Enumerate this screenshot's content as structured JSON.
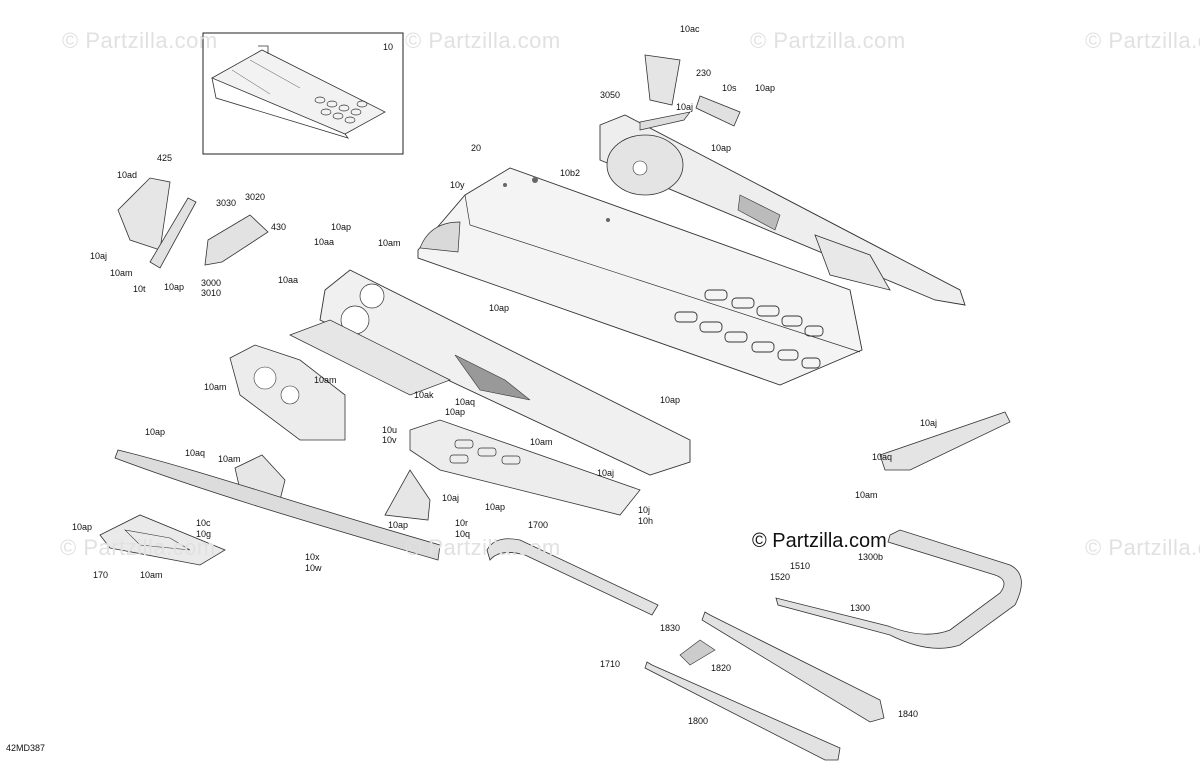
{
  "watermark": "© Partzilla.com",
  "brand_label": "© Partzilla.com",
  "diagram_code": "42MD387",
  "inset_label": "10",
  "callouts": [
    {
      "id": "10ac",
      "text": "10ac"
    },
    {
      "id": "230",
      "text": "230"
    },
    {
      "id": "3050",
      "text": "3050"
    },
    {
      "id": "10s",
      "text": "10s"
    },
    {
      "id": "10ap_a",
      "text": "10ap"
    },
    {
      "id": "10aj_a",
      "text": "10aj"
    },
    {
      "id": "10ap_b",
      "text": "10ap"
    },
    {
      "id": "20",
      "text": "20"
    },
    {
      "id": "10b2",
      "text": "10b2"
    },
    {
      "id": "10y",
      "text": "10y"
    },
    {
      "id": "425",
      "text": "425"
    },
    {
      "id": "10ad",
      "text": "10ad"
    },
    {
      "id": "3030",
      "text": "3030"
    },
    {
      "id": "3020",
      "text": "3020"
    },
    {
      "id": "430",
      "text": "430"
    },
    {
      "id": "10aj_b",
      "text": "10aj"
    },
    {
      "id": "10am_a",
      "text": "10am"
    },
    {
      "id": "10t",
      "text": "10t"
    },
    {
      "id": "10ap_c",
      "text": "10ap"
    },
    {
      "id": "3000",
      "text": "3000"
    },
    {
      "id": "3010",
      "text": "3010"
    },
    {
      "id": "10ap_d",
      "text": "10ap"
    },
    {
      "id": "10aa_a",
      "text": "10aa"
    },
    {
      "id": "10am_b",
      "text": "10am"
    },
    {
      "id": "10aa_b",
      "text": "10aa"
    },
    {
      "id": "10ap_e",
      "text": "10ap"
    },
    {
      "id": "10am_c",
      "text": "10am"
    },
    {
      "id": "10am_d",
      "text": "10am"
    },
    {
      "id": "10ak",
      "text": "10ak"
    },
    {
      "id": "10aq_a",
      "text": "10aq"
    },
    {
      "id": "10ap_f",
      "text": "10ap"
    },
    {
      "id": "10ap_g",
      "text": "10ap"
    },
    {
      "id": "10u",
      "text": "10u"
    },
    {
      "id": "10v",
      "text": "10v"
    },
    {
      "id": "10am_e",
      "text": "10am"
    },
    {
      "id": "10ap_h",
      "text": "10ap"
    },
    {
      "id": "10aq_b",
      "text": "10aq"
    },
    {
      "id": "10am_f",
      "text": "10am"
    },
    {
      "id": "10aj_c",
      "text": "10aj"
    },
    {
      "id": "10aj_d",
      "text": "10aj"
    },
    {
      "id": "10ap_i",
      "text": "10ap"
    },
    {
      "id": "10j",
      "text": "10j"
    },
    {
      "id": "10h",
      "text": "10h"
    },
    {
      "id": "10ap_j",
      "text": "10ap"
    },
    {
      "id": "10r",
      "text": "10r"
    },
    {
      "id": "10q",
      "text": "10q"
    },
    {
      "id": "10ap_k",
      "text": "10ap"
    },
    {
      "id": "10c",
      "text": "10c"
    },
    {
      "id": "10g",
      "text": "10g"
    },
    {
      "id": "170",
      "text": "170"
    },
    {
      "id": "10am_g",
      "text": "10am"
    },
    {
      "id": "10x",
      "text": "10x"
    },
    {
      "id": "10w",
      "text": "10w"
    },
    {
      "id": "1700",
      "text": "1700"
    },
    {
      "id": "10aj_e",
      "text": "10aj"
    },
    {
      "id": "10aq_c",
      "text": "10aq"
    },
    {
      "id": "10am_h",
      "text": "10am"
    },
    {
      "id": "1300b",
      "text": "1300b"
    },
    {
      "id": "1510",
      "text": "1510"
    },
    {
      "id": "1520",
      "text": "1520"
    },
    {
      "id": "1300",
      "text": "1300"
    },
    {
      "id": "1710",
      "text": "1710"
    },
    {
      "id": "1830",
      "text": "1830"
    },
    {
      "id": "1820",
      "text": "1820"
    },
    {
      "id": "1800",
      "text": "1800"
    },
    {
      "id": "1840",
      "text": "1840"
    }
  ]
}
